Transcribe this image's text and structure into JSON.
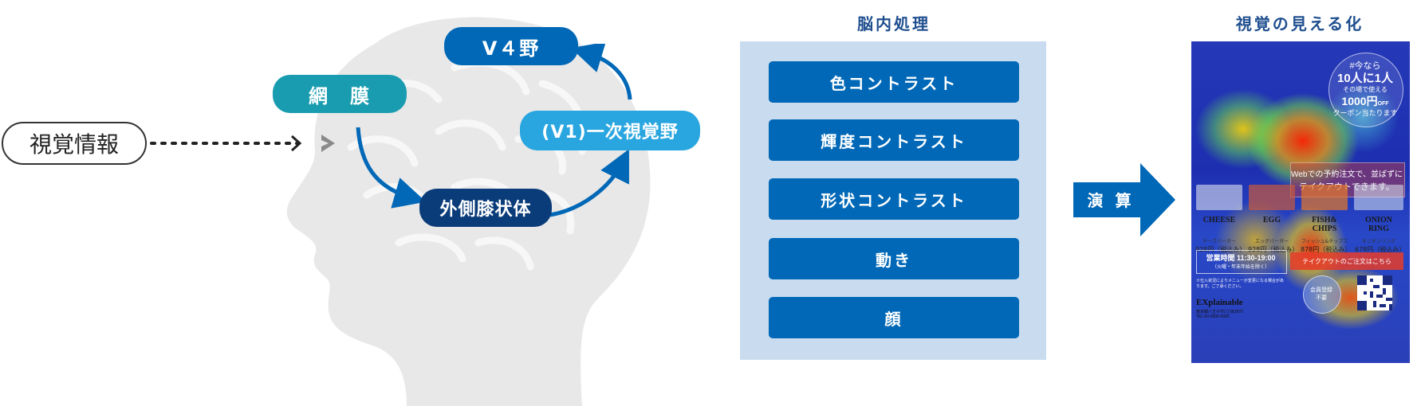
{
  "brain": {
    "input_label": "視覚情報",
    "retina": "網　膜",
    "v4": "V４野",
    "lgn": "外側膝状体",
    "v1": "(V1)一次視覚野"
  },
  "processing": {
    "title": "脳内処理",
    "items": [
      "色コントラスト",
      "輝度コントラスト",
      "形状コントラスト",
      "動き",
      "顔"
    ]
  },
  "compute_label": "演 算",
  "result": {
    "title": "視覚の見える化",
    "poster": {
      "badge_line1": "#今なら",
      "badge_line2": "10人に1人",
      "badge_line3": "その場で使える",
      "badge_line4": "1000円",
      "badge_off": "OFF",
      "badge_line5": "クーポン当たります",
      "web_line1": "Webでの予約注文で、並ばずに",
      "web_line2": "テイクアウトできます。",
      "menu": [
        {
          "name": "CHEESE",
          "sub": "チーズバーガー",
          "price": "928円（税込み）"
        },
        {
          "name": "EGG",
          "sub": "エッグバーガー",
          "price": "928円（税込み）"
        },
        {
          "name": "FISH& CHIPS",
          "sub": "フィッシュ&チップス",
          "price": "878円（税込み）"
        },
        {
          "name": "ONION RING",
          "sub": "オニオンリング",
          "price": "678円（税込み）"
        }
      ],
      "hours_label": "営業時間 11:30-19:00",
      "hours_note": "（火曜・年末年始を除く）",
      "takeout_button": "テイクアウトのご注文はこちら",
      "member_line1": "会員登録",
      "member_line2": "不要",
      "notice": "※仕入状況によりメニューが変更になる場合があります。ご了承ください。",
      "brand": "EXplainable",
      "address": "東京都八王子市1丁目2970",
      "tel": "TEL:00-0000-0000"
    }
  },
  "colors": {
    "teal": "#1a9cb0",
    "blue": "#0068b7",
    "navy": "#0b3c7a",
    "light_blue": "#29a6e0",
    "panel_bg": "#c9dcef",
    "arrow": "#0068b7"
  }
}
